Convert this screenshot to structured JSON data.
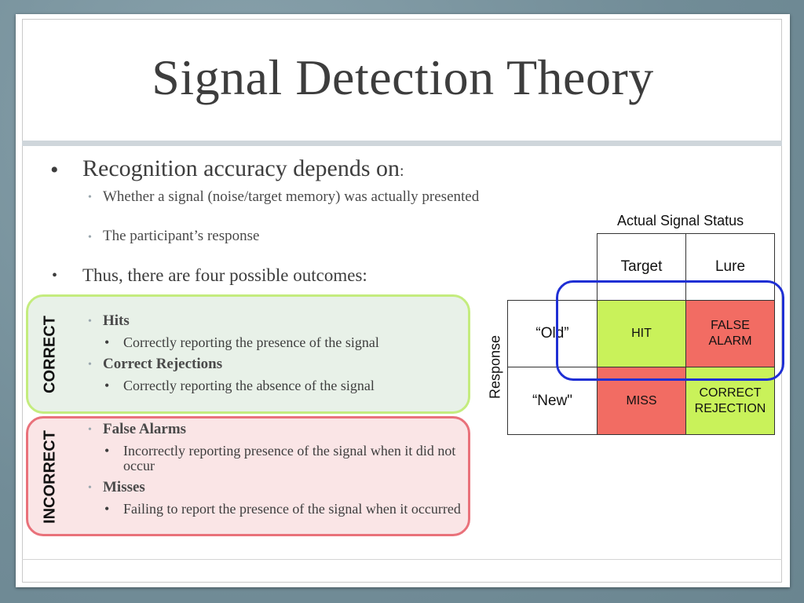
{
  "slide": {
    "title": "Signal Detection Theory",
    "bullets": {
      "b1": "Recognition accuracy depends on",
      "b1_colon": ":",
      "b1_sub1": "Whether a signal (noise/target memory) was actually presented",
      "b1_sub2": "The participant’s response",
      "b2": "Thus, there are four possible outcomes:"
    },
    "correct_box": {
      "label": "CORRECT",
      "hits": "Hits",
      "hits_desc": "Correctly reporting the presence of the signal",
      "cr": "Correct Rejections",
      "cr_desc": "Correctly reporting the absence of the signal"
    },
    "incorrect_box": {
      "label": "INCORRECT",
      "fa": "False Alarms",
      "fa_desc": "Incorrectly reporting presence of the signal when it did not occur",
      "misses": "Misses",
      "misses_desc": "Failing to report the presence of the signal when it occurred"
    },
    "matrix": {
      "column_header": "Actual Signal Status",
      "row_header": "Response",
      "col_target": "Target",
      "col_lure": "Lure",
      "row_old": "“Old”",
      "row_new": "“New\"",
      "hit": "HIT",
      "false_alarm": "FALSE ALARM",
      "miss": "MISS",
      "correct_rejection": "CORRECT REJECTION"
    },
    "colors": {
      "correct_fill": "#e8f1e8",
      "correct_border": "#c4ec7e",
      "incorrect_fill": "#fae5e6",
      "incorrect_border": "#e9717a",
      "cell_green": "#c9f25a",
      "cell_red": "#f26c63",
      "highlight": "#1f2fd4"
    }
  }
}
